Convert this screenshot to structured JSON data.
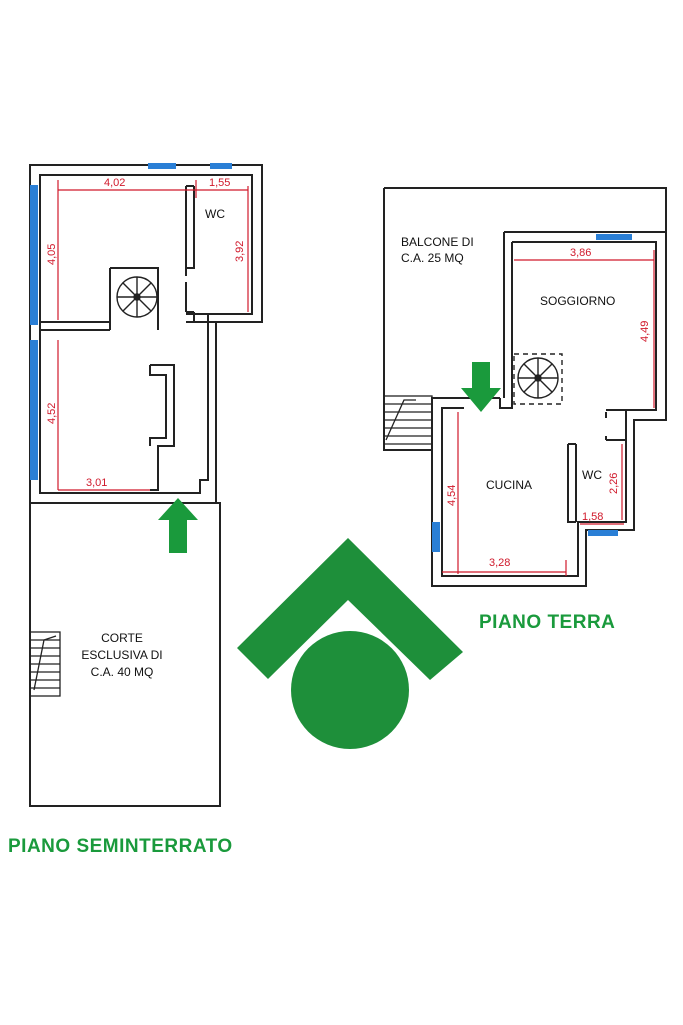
{
  "floors": {
    "basement": {
      "title": "PIANO SEMINTERRATO",
      "rooms": {
        "wc": "WC",
        "corte_line1": "CORTE",
        "corte_line2": "ESCLUSIVA DI",
        "corte_line3": "C.A. 40 MQ"
      },
      "dimensions": {
        "top_width": "4,02",
        "wc_width": "1,55",
        "upper_height": "4,05",
        "wc_height": "3,92",
        "lower_height": "4,52",
        "lower_width": "3,01"
      }
    },
    "ground": {
      "title": "PIANO TERRA",
      "rooms": {
        "balcone_line1": "BALCONE DI",
        "balcone_line2": "C.A. 25 MQ",
        "soggiorno": "SOGGIORNO",
        "cucina": "CUCINA",
        "wc": "WC"
      },
      "dimensions": {
        "soggiorno_width": "3,86",
        "soggiorno_height": "4,49",
        "cucina_height": "4,54",
        "cucina_width": "3,28",
        "wc_height": "2,26",
        "wc_width": "1,58"
      }
    }
  },
  "colors": {
    "wall": "#222222",
    "dimension": "#d0192b",
    "window": "#2a7fd6",
    "accent_green": "#1a9a3c",
    "logo_green": "#1e8f3a"
  },
  "icons": {
    "entry_arrow": "arrow-up-icon",
    "ground_entry_arrow": "arrow-down-icon",
    "spiral_stair": "spiral-staircase-icon",
    "stair": "staircase-icon",
    "logo": "agency-logo"
  }
}
